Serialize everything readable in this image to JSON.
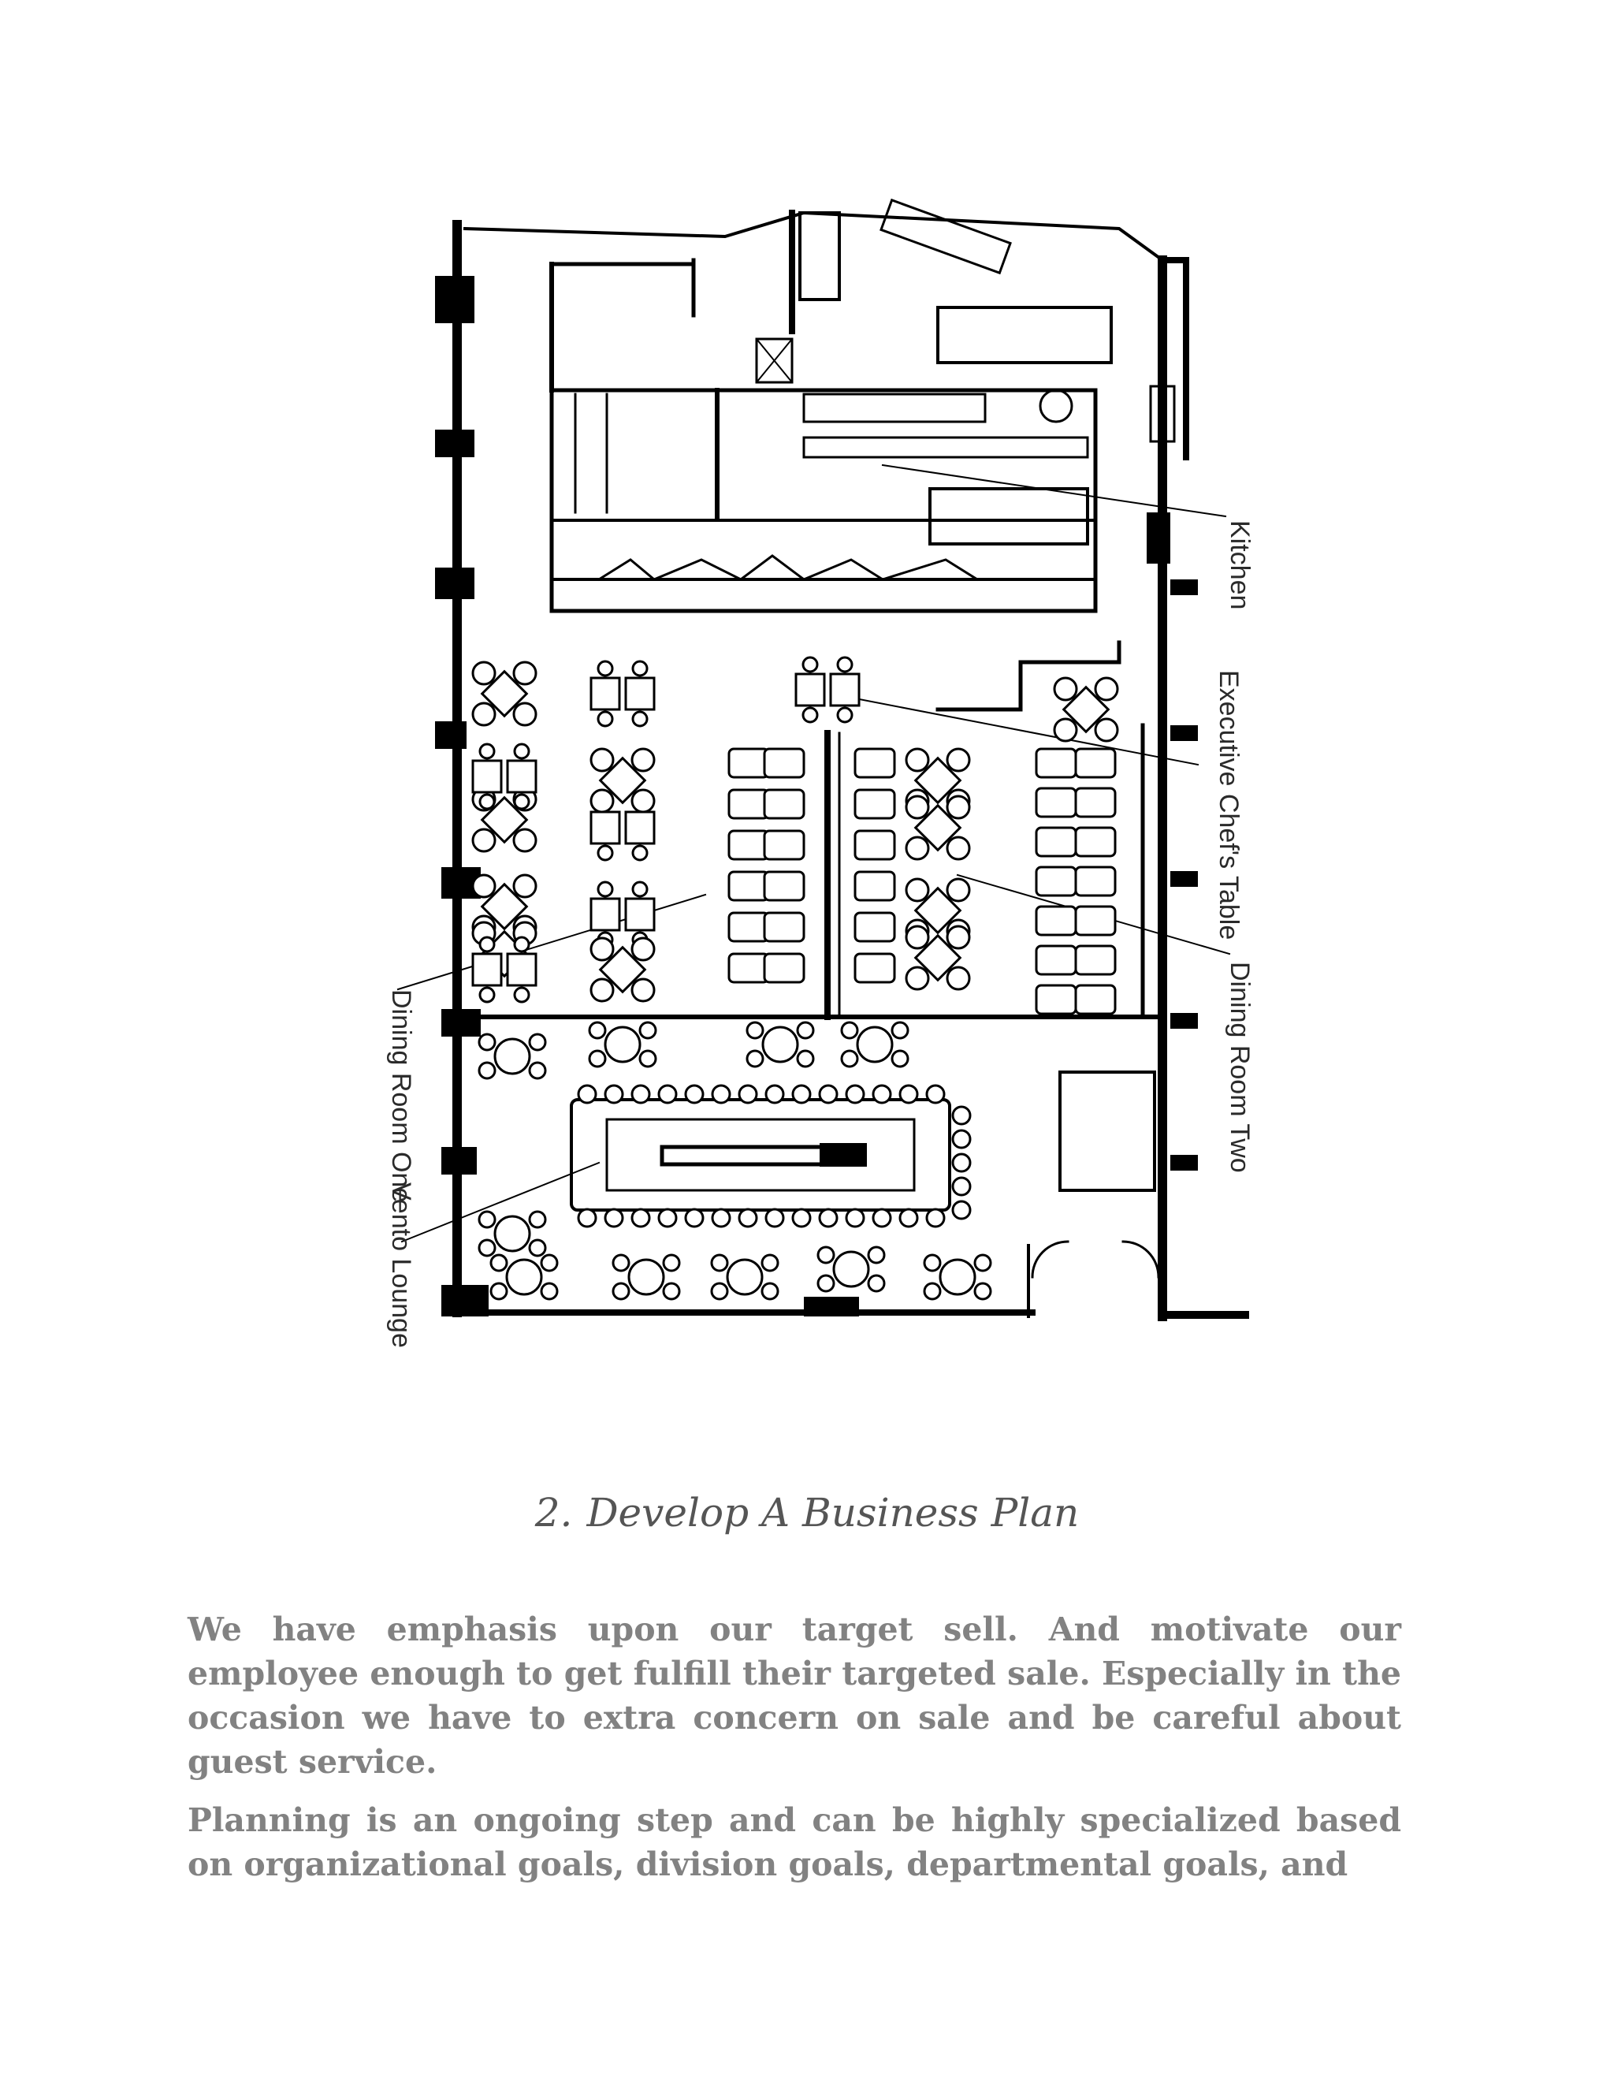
{
  "figure": {
    "type": "restaurant-floor-plan",
    "labels": {
      "kitchen": "Kitchen",
      "executive_chefs_table": "Executive Chef's Table",
      "dining_room_two": "Dining Room Two",
      "dining_room_one": "Dining Room One",
      "vento_lounge": "Vento Lounge"
    }
  },
  "section": {
    "number": "2.",
    "title": "Develop A Business Plan"
  },
  "paragraphs": [
    "We have emphasis upon our target sell. And motivate our employee enough to get fulfill their targeted sale. Especially in the occasion we have to extra concern on sale and be careful about guest service.",
    "Planning is an ongoing step and can be highly specialized based on organizational goals, division goals, departmental goals, and"
  ]
}
